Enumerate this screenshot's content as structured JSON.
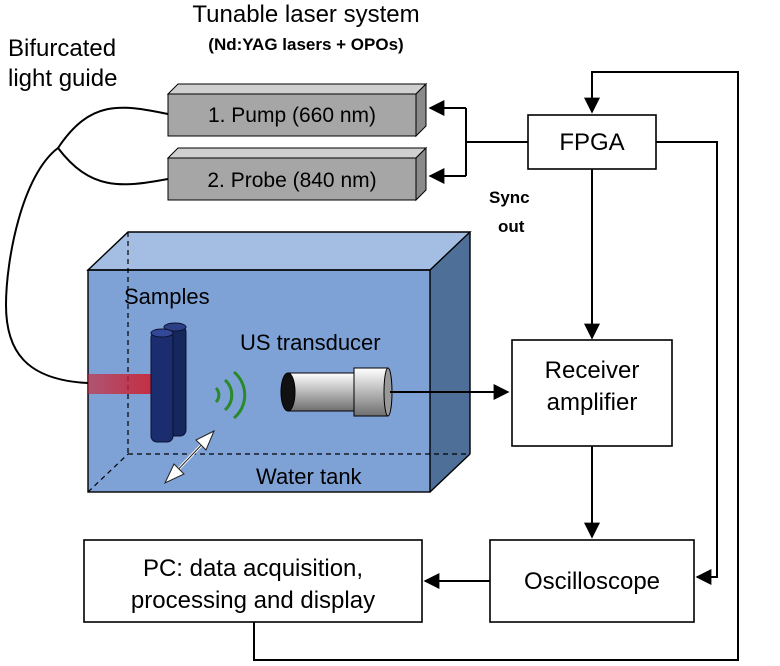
{
  "title": "Tunable laser system",
  "subtitle": "(Nd:YAG lasers + OPOs)",
  "light_guide": {
    "line1": "Bifurcated",
    "line2": "light guide"
  },
  "lasers": {
    "pump": {
      "label": "1. Pump (660 nm)",
      "color": "#e0201a"
    },
    "probe": {
      "label": "2. Probe (840 nm)",
      "color": "#1020d0"
    }
  },
  "blocks": {
    "fpga": "FPGA",
    "receiver_line1": "Receiver",
    "receiver_line2": "amplifier",
    "oscilloscope": "Oscilloscope",
    "pc_line1": "PC: data acquisition,",
    "pc_line2": "processing and display"
  },
  "sync_out": {
    "line1": "Sync",
    "line2": "out"
  },
  "tank": {
    "samples": "Samples",
    "transducer": "US transducer",
    "water_tank": "Water tank"
  },
  "colors": {
    "water": "#7fa2d6",
    "water_side": "#4e6f98",
    "sample_tube": "#1b2d6e",
    "laser_bar": "#a6a6a6",
    "beam": "#cc2233",
    "wave": "#2a8a2a"
  }
}
